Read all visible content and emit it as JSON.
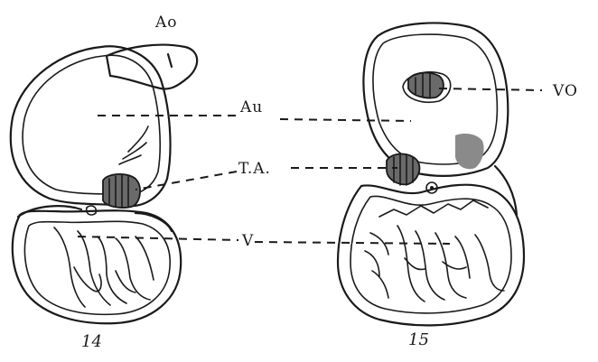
{
  "labels": {
    "ao": "Ao",
    "au": "Au",
    "ta": "T.A.",
    "v": "V",
    "vo": "VO"
  },
  "figures": {
    "left": "14",
    "right": "15"
  }
}
